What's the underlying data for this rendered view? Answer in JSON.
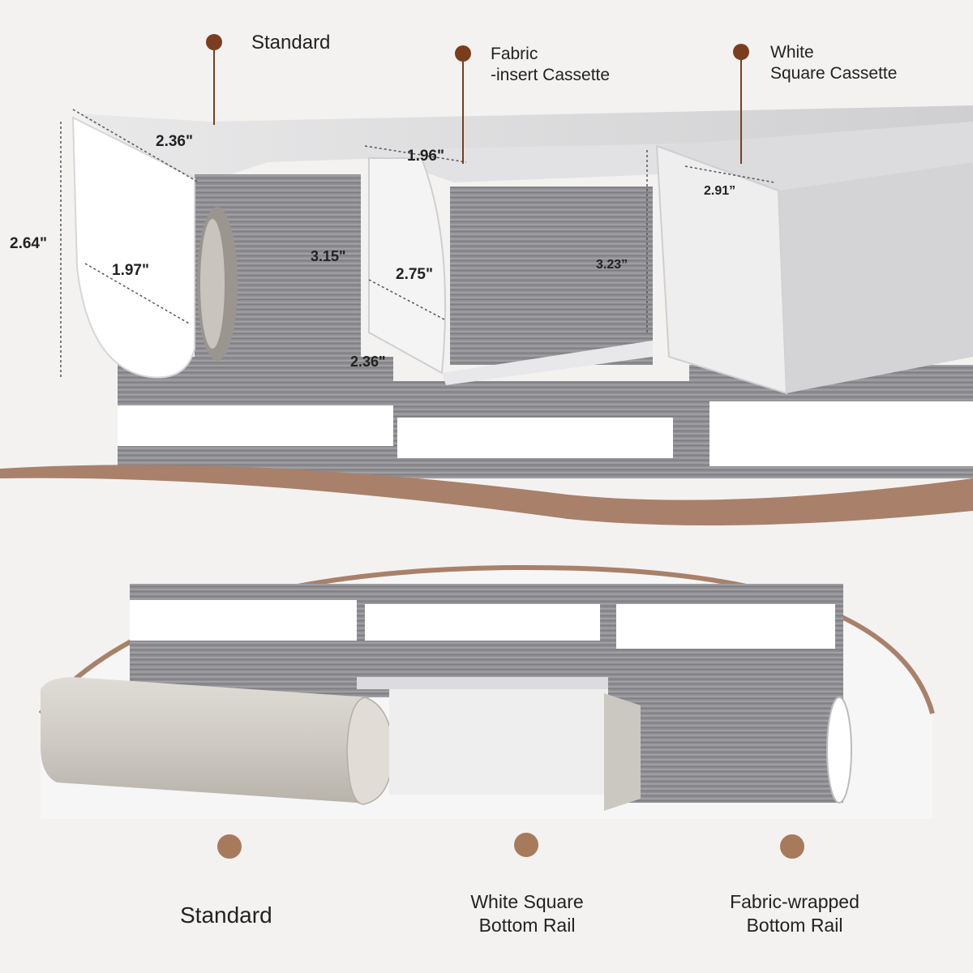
{
  "colors": {
    "accent": "#7a3e1f",
    "accent_light": "#a67a5b",
    "fabric": "#8e8e92",
    "background": "#f3f2f1"
  },
  "top": {
    "standard": {
      "label": "Standard"
    },
    "fabric_insert": {
      "line1": "Fabric",
      "line2": "-insert Cassette"
    },
    "white_square": {
      "line1": "White",
      "line2": "Square Cassette"
    },
    "dimensions": {
      "standard_depth": "2.36\"",
      "standard_height": "2.64\"",
      "standard_inner": "1.97\"",
      "standard_fabric": "3.15\"",
      "fabric_insert_depth": "1.96\"",
      "fabric_insert_height": "2.75\"",
      "fabric_insert_bottom": "2.36\"",
      "fabric_insert_fabric": "3.23”",
      "white_square_depth": "2.91”"
    }
  },
  "bottom": {
    "standard": {
      "label": "Standard"
    },
    "white_square": {
      "line1": "White Square",
      "line2": "Bottom Rail"
    },
    "fabric_wrapped": {
      "line1": "Fabric-wrapped",
      "line2": "Bottom Rail"
    }
  }
}
